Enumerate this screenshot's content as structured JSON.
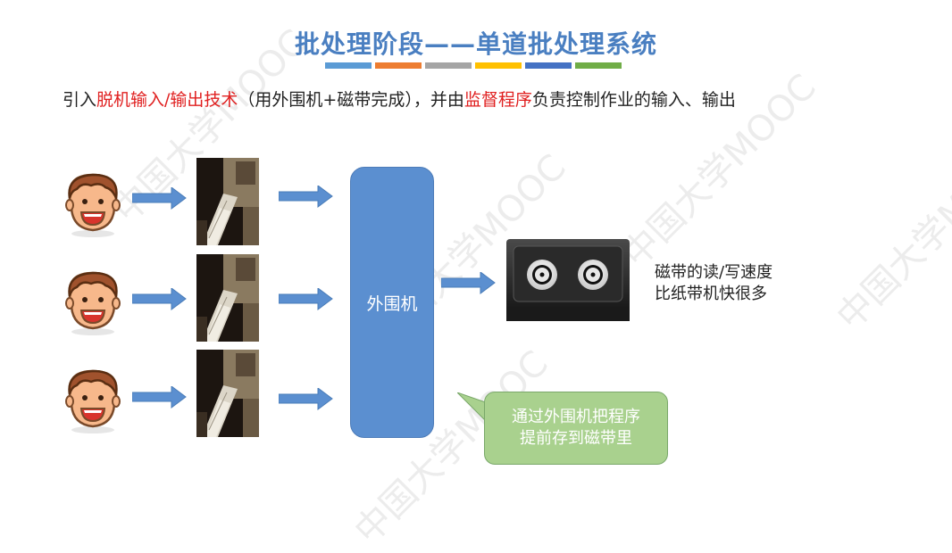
{
  "title": "批处理阶段——单道批处理系统",
  "colors": {
    "title": "#4a7fc1",
    "bars": [
      "#5b9bd5",
      "#ed7d31",
      "#a5a5a5",
      "#ffc000",
      "#4472c4",
      "#70ad47"
    ],
    "arrow": "#5b8fd0",
    "peripheral": "#5b8fd0",
    "callout": "#a9d18e",
    "highlight": "#e02020"
  },
  "intro": {
    "part1": "引入",
    "highlight1": "脱机输入/输出技术",
    "part2": "（用外围机+磁带完成），并由",
    "highlight2": "监督程序",
    "part3": "负责控制作业的输入、输出"
  },
  "peripheral_label": "外围机",
  "tape_text": {
    "line1": "磁带的读/写速度",
    "line2": "比纸带机快很多"
  },
  "callout": {
    "line1": "通过外围机把程序",
    "line2": "提前存到磁带里"
  },
  "users": [
    {
      "icon": "user-face-icon",
      "device": "paper-tape-machine-photo"
    },
    {
      "icon": "user-face-icon",
      "device": "paper-tape-machine-photo"
    },
    {
      "icon": "user-face-icon",
      "device": "paper-tape-machine-photo"
    }
  ],
  "watermark": "中国大学MOOC"
}
